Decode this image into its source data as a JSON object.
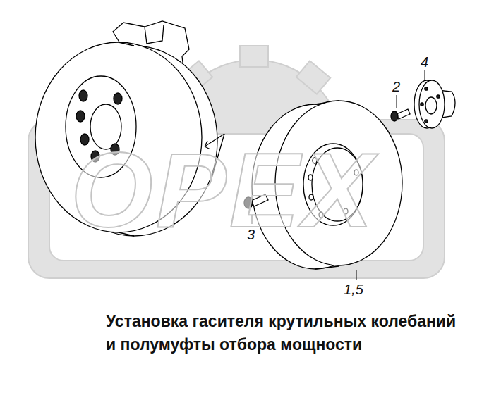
{
  "diagram": {
    "caption": "Установка гасителя крутильных колебаний и полумуфты отбора мощности",
    "labels": [
      "4",
      "2",
      "3",
      "1,5",
      "OPEX"
    ]
  }
}
